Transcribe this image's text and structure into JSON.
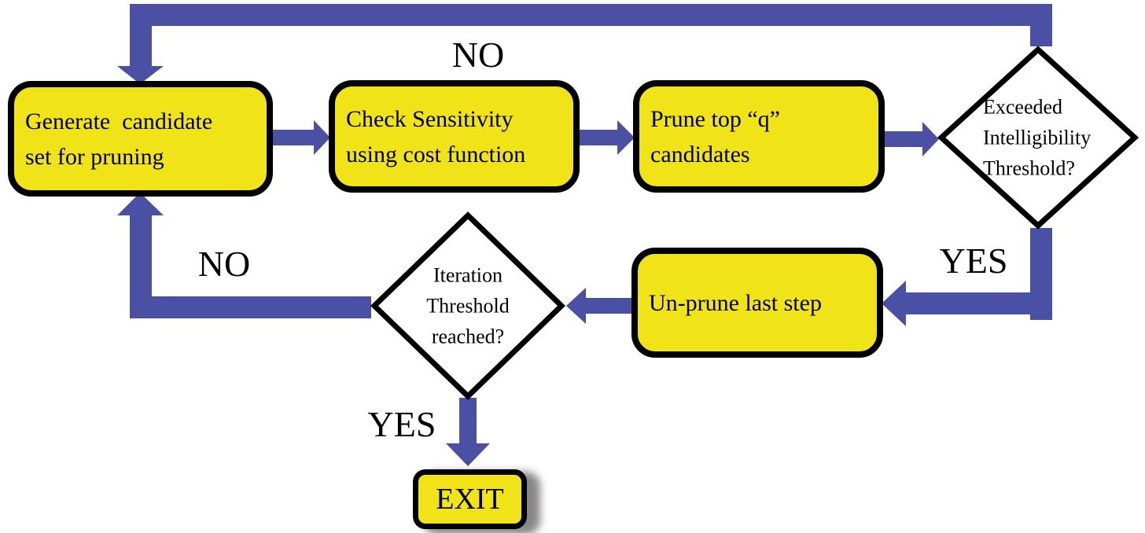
{
  "diagram": {
    "type": "flowchart",
    "colors": {
      "arrow": "#4a51a5",
      "node_fill": "#f0e318",
      "node_border": "#000000",
      "decision_fill": "#ffffff",
      "text": "#000000",
      "background": "#ffffff"
    },
    "nodes": [
      {
        "id": "generate",
        "type": "process",
        "label": "Generate  candidate\nset for pruning"
      },
      {
        "id": "check",
        "type": "process",
        "label": "Check Sensitivity\nusing cost function"
      },
      {
        "id": "prune",
        "type": "process",
        "label": "Prune top “q”\ncandidates"
      },
      {
        "id": "exceeded",
        "type": "decision",
        "label": "Exceeded\nIntelligibility\nThreshold?"
      },
      {
        "id": "unprune",
        "type": "process",
        "label": "Un-prune last step"
      },
      {
        "id": "iteration",
        "type": "decision",
        "label": "Iteration\nThreshold\nreached?"
      },
      {
        "id": "exit",
        "type": "terminator",
        "label": "EXIT"
      }
    ],
    "edge_labels": [
      {
        "id": "exceeded-no-loop",
        "label": "NO"
      },
      {
        "id": "exceeded-yes",
        "label": "YES"
      },
      {
        "id": "iteration-no-loop",
        "label": "NO"
      },
      {
        "id": "iteration-yes",
        "label": "YES"
      }
    ]
  }
}
